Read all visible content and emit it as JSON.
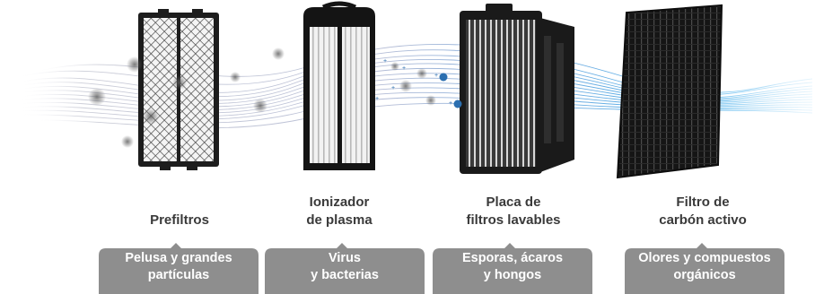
{
  "stages": [
    {
      "title": "Prefiltros",
      "description": "Pelusa y grandes\npartículas"
    },
    {
      "title": "Ionizador\nde plasma",
      "description": "Virus\ny bacterias"
    },
    {
      "title": "Placa de\nfiltros lavables",
      "description": "Esporas, ácaros\ny hongos"
    },
    {
      "title": "Filtro de\ncarbón activo",
      "description": "Olores y compuestos\norgánicos"
    }
  ],
  "colors": {
    "badge": "#8e8e8e",
    "title_text": "#3a3a3a",
    "airflow_dirty": "#b9bccb",
    "airflow_clean": "#3aa7e6"
  }
}
